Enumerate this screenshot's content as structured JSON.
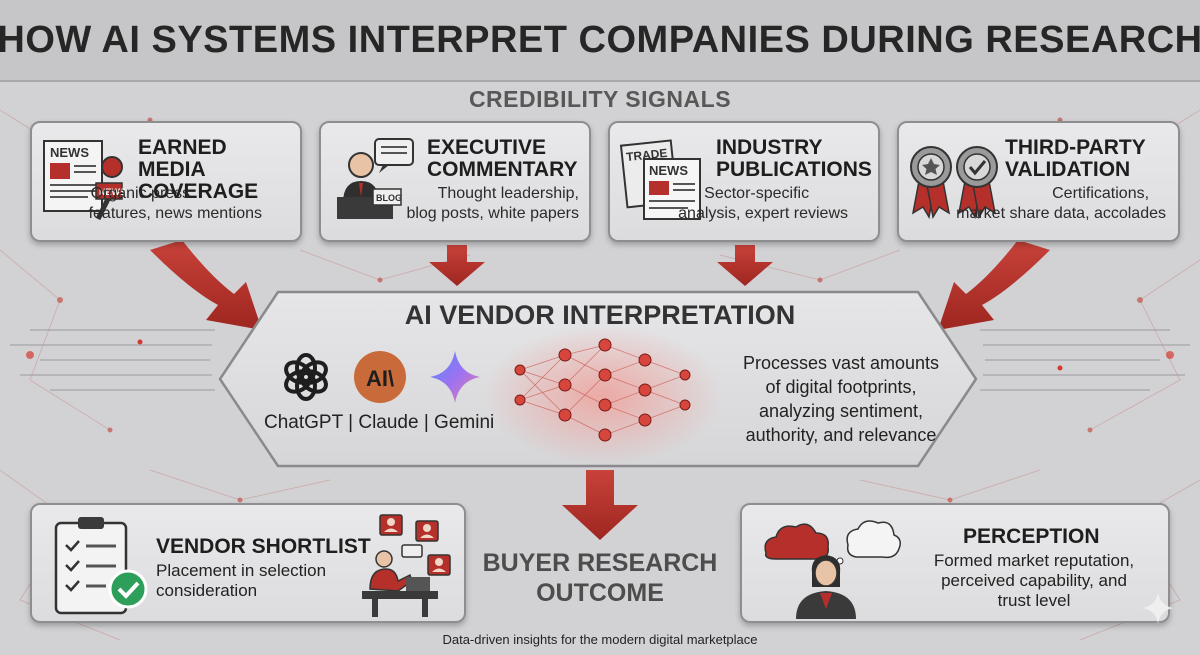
{
  "title": "HOW AI SYSTEMS INTERPRET COMPANIES DURING RESEARCH",
  "section_label": "CREDIBILITY SIGNALS",
  "signals": [
    {
      "title_lines": [
        "EARNED MEDIA",
        "COVERAGE"
      ],
      "desc_lines": [
        "Organic press",
        "features, news mentions"
      ],
      "icon_text": [
        "NEWS",
        "NEWS"
      ]
    },
    {
      "title_lines": [
        "EXECUTIVE",
        "COMMENTARY"
      ],
      "desc_lines": [
        "Thought leadership,",
        "blog posts, white papers"
      ],
      "icon_text": [
        "BLOG"
      ]
    },
    {
      "title_lines": [
        "INDUSTRY",
        "PUBLICATIONS"
      ],
      "desc_lines": [
        "Sector-specific",
        "analysis, expert reviews"
      ],
      "icon_text": [
        "TRADE",
        "NEWS"
      ]
    },
    {
      "title_lines": [
        "THIRD-PARTY",
        "VALIDATION"
      ],
      "desc_lines": [
        "Certifications,",
        "market share data, accolades"
      ],
      "icon_text": []
    }
  ],
  "hub": {
    "title": "AI VENDOR INTERPRETATION",
    "vendors_text": "ChatGPT | Claude | Gemini",
    "claude_logo_text": "AI\\",
    "desc_lines": [
      "Processes vast amounts",
      "of digital footprints,",
      "analyzing sentiment,",
      "authority, and relevance"
    ]
  },
  "outcome_lines": [
    "BUYER RESEARCH",
    "OUTCOME"
  ],
  "shortlist": {
    "title": "VENDOR SHORTLIST",
    "desc_lines": [
      "Placement in selection",
      "consideration"
    ]
  },
  "perception": {
    "title": "PERCEPTION",
    "desc_lines": [
      "Formed market reputation,",
      "perceived capability, and",
      "trust level"
    ]
  },
  "footer": "Data-driven insights for the modern digital marketplace",
  "colors": {
    "accent": "#b5302a",
    "background": "#d2d2d4",
    "card": "#e2e2e4",
    "text": "#1e1e1e"
  }
}
